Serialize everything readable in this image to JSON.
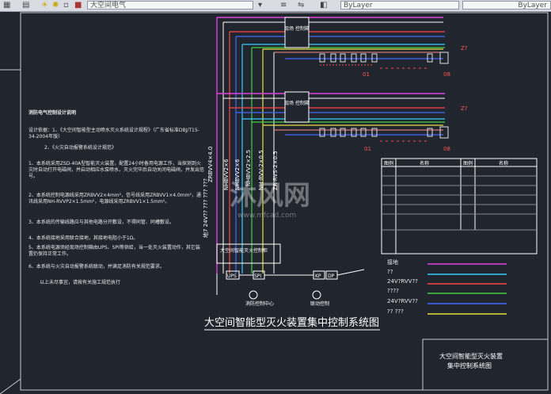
{
  "toolbar": {
    "layer_name": "大空间电气",
    "linetype": "ByLayer",
    "lineweight": "ByLayer"
  },
  "diagram": {
    "title": "大空间智能型灭火装置集中控制系统图",
    "corner_title_line1": "大空间智能型灭火装置",
    "corner_title_line2": "集中控制系统图",
    "controller_label_top": "现场 控制箱",
    "controller_label_mid": "现场 控制箱",
    "cabinet_label": "大空间智能灭火控制柜",
    "zone_top": "Z?",
    "zone_mid": "Z?",
    "device_first": "01",
    "device_last": "08",
    "cable_labels": [
      "ZRBVV4×4.0",
      "NHBVV2×6",
      "NHBVV2×6",
      "NHBVV2×2.5",
      "NH-RVV-2×0.5",
      "ZR-RVS-2×0.5"
    ],
    "bottom_labels": {
      "ups": "UPS",
      "spi": "SPI",
      "kp": "KP",
      "dp": "DP",
      "fire_center": "消防控制中心",
      "linkage": "联动控制",
      "left_ground": "接地"
    },
    "left_vertical": "地7 24V?? ??? ??? ???",
    "notes_heading": "消防电气控制设计说明",
    "notes": [
      "设计依据：1、《大空间智能型主动喷水灭火系统设计规程》（广东省标准DBJ/T15-34-2004年版）",
      "2、《火灾自动报警系统设计规范》",
      "1、本系统采用ZSD-40A型智能灭火装置，配置24小时备用电源工作，当探测到火灾时自动打开电磁阀，并启动相应水泵喷水，灭火完毕后自动关闭电磁阀，并发出信号。",
      "2、本系统控制电源线采用ZRBVV2×4mm²，信号线采用ZRBVV1×4.0mm²，通讯线采用NH-RVVP2×1.5mm²，电源线采用ZRBVV1×1.5mm²。",
      "3、本系统的传输线路应与其他电路分开敷设，不得同管、同槽敷设。",
      "4、本系统接地采用联合接地，其接地电阻小于1Ω。",
      "5、本系统电源须经现场控制箱由UPS、SPI等供给，当一处灭火装置动作，其它装置仍保持正常工作。",
      "6、本系统与火灾自动报警系统联动，并满足消防有关规范要求。",
      "以上未尽事宜，请按有关施工规范执行"
    ],
    "legend_table": {
      "headers": [
        "图例",
        "名称",
        "图例",
        "名称"
      ]
    },
    "legend_lines": [
      {
        "label": "接地",
        "color": "#e040e0"
      },
      {
        "label": "??",
        "color": "#33ccff"
      },
      {
        "label": "24V?RVV??",
        "color": "#ff4444"
      },
      {
        "label": "????",
        "color": "#40d040"
      },
      {
        "label": "24V?RVV??",
        "color": "#4466ff"
      },
      {
        "label": "?? ???",
        "color": "#e8e040"
      }
    ],
    "watermark": "沐风网",
    "watermark_url": "www.mfcad.com"
  }
}
